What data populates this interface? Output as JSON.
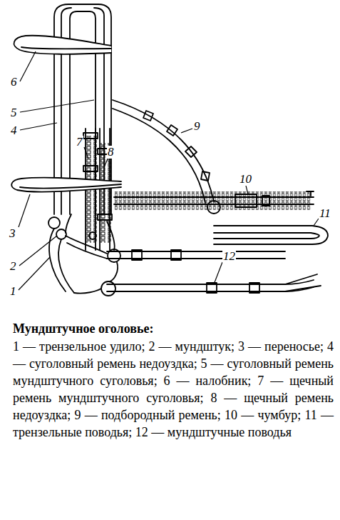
{
  "diagram": {
    "title": "Мундштучное оголовье:",
    "caption": "1 — трензельное удило; 2 — мундштук; 3 — переносье; 4 — суголовный ремень недоуздка; 5 — суголовный ремень мундштучного суголовья; 6 — налобник; 7 — щечный ремень мундштучного суголовья; 8 — щечный ремень недоуздка; 9 — подбородный ремень; 10 — чумбур; 11 — трензельные поводья; 12 — мундштучные поводья",
    "labels": [
      "6",
      "5",
      "4",
      "7",
      "8",
      "9",
      "10",
      "3",
      "11",
      "2",
      "12",
      "1"
    ]
  }
}
